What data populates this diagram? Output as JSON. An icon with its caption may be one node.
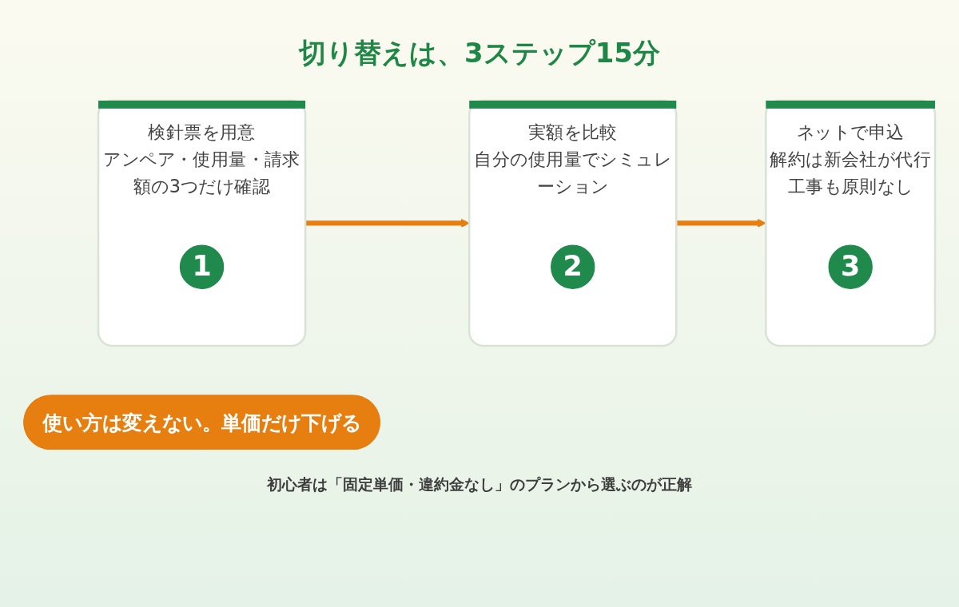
{
  "diagram": {
    "title": "切り替えは、3ステップ15分",
    "nodes": [
      {
        "text": [
          "検針票を用意",
          "アンペア・使用量・請求額の3つだけ確認"
        ]
      },
      {
        "text": [
          "1"
        ],
        "in": 0
      },
      {
        "text": [
          "実額を比較",
          "自分の使用量でシミュレーション"
        ]
      },
      {
        "text": [
          "2"
        ],
        "in": 2
      },
      {
        "text": [
          "ネットで申込",
          "解約は新会社が代行",
          "工事も原則なし"
        ]
      },
      {
        "text": [
          "3"
        ],
        "in": 4
      },
      {
        "text": [
          "使い方は変えない。単価だけ下げる"
        ]
      }
    ],
    "edges": [
      {
        "from": 0,
        "to": 2,
        "arrow": "to"
      },
      {
        "from": 2,
        "to": 4,
        "arrow": "to"
      }
    ],
    "labels": [
      "初心者は「固定単価・違約金なし」のプランから選ぶのが正解"
    ]
  }
}
